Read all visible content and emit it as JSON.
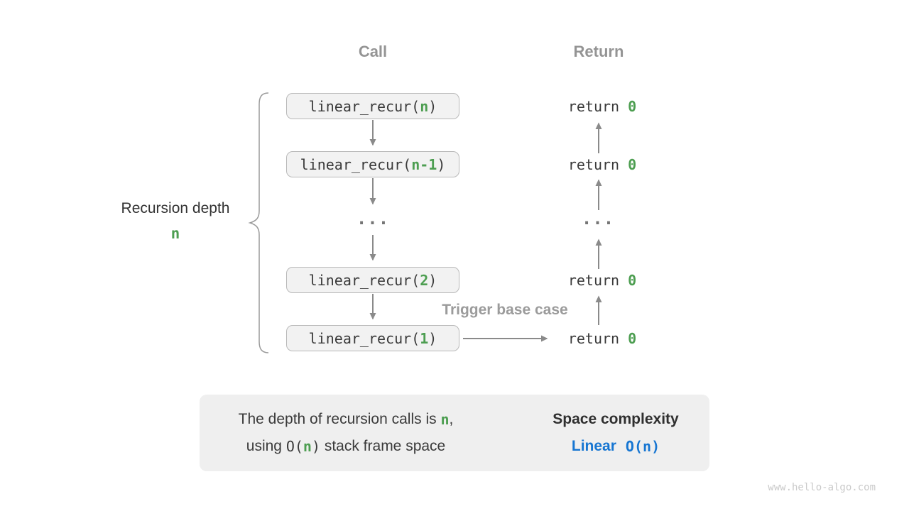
{
  "diagram": {
    "headers": {
      "call": "Call",
      "return": "Return"
    },
    "left_label": {
      "title": "Recursion depth",
      "value": "n"
    },
    "call_column": {
      "boxes": [
        {
          "pre": "linear_recur(",
          "arg": "n",
          "post": ")"
        },
        {
          "pre": "linear_recur(",
          "arg": "n-1",
          "post": ")"
        },
        {
          "pre": "linear_recur(",
          "arg": "2",
          "post": ")"
        },
        {
          "pre": "linear_recur(",
          "arg": "1",
          "post": ")"
        }
      ],
      "ellipsis": "..."
    },
    "return_column": {
      "rows": [
        {
          "pre": "return ",
          "value": "0"
        },
        {
          "pre": "return ",
          "value": "0"
        },
        {
          "pre": "return ",
          "value": "0"
        },
        {
          "pre": "return ",
          "value": "0"
        }
      ],
      "ellipsis": "..."
    },
    "trigger_label": "Trigger base case"
  },
  "summary": {
    "line1_text": "The depth of recursion calls is ",
    "line1_var": "n",
    "line1_tail": ",",
    "line2_lead": "using ",
    "line2_code_open": "O(",
    "line2_var": "n",
    "line2_code_close": ")",
    "line2_tail": " stack frame space",
    "title": "Space complexity",
    "result_word": "Linear",
    "result_code_open": "O(",
    "result_var": "n",
    "result_code_close": ")"
  },
  "watermark": "www.hello-algo.com",
  "colors": {
    "accent_green": "#4d9e51",
    "accent_blue": "#1776d2",
    "label_gray": "#949494",
    "arrow_gray": "#8a8a8a",
    "box_fill": "#f2f2f2",
    "box_border": "#b9b9b9",
    "panel_fill": "#efefef"
  }
}
